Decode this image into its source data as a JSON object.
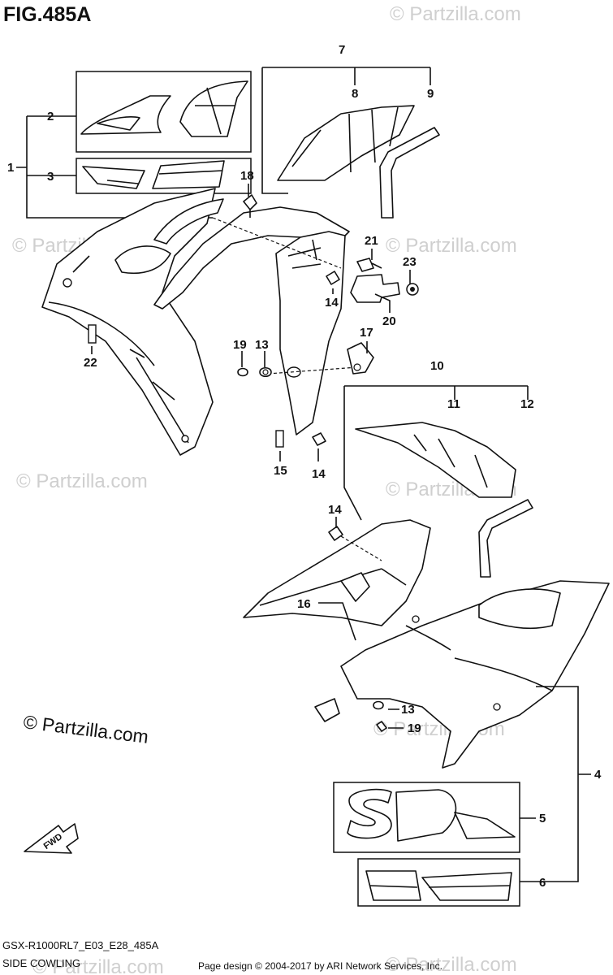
{
  "figure_title": "FIG.485A",
  "model_code": "GSX-R1000RL7_E03_E28_485A",
  "section_title": "SIDE COWLING",
  "page_credit": "Page design © 2004-2017 by ARI Network Services, Inc.",
  "watermark": "© Partzilla.com",
  "fwd_label": "FWD",
  "callouts": {
    "c1": "1",
    "c2": "2",
    "c3": "3",
    "c4": "4",
    "c5": "5",
    "c6": "6",
    "c7": "7",
    "c8": "8",
    "c9": "9",
    "c10": "10",
    "c11": "11",
    "c12": "12",
    "c13a": "13",
    "c13b": "13",
    "c14a": "14",
    "c14b": "14",
    "c14c": "14",
    "c15": "15",
    "c16": "16",
    "c17": "17",
    "c18": "18",
    "c19a": "19",
    "c19b": "19",
    "c20": "20",
    "c21": "21",
    "c22": "22",
    "c23": "23"
  }
}
